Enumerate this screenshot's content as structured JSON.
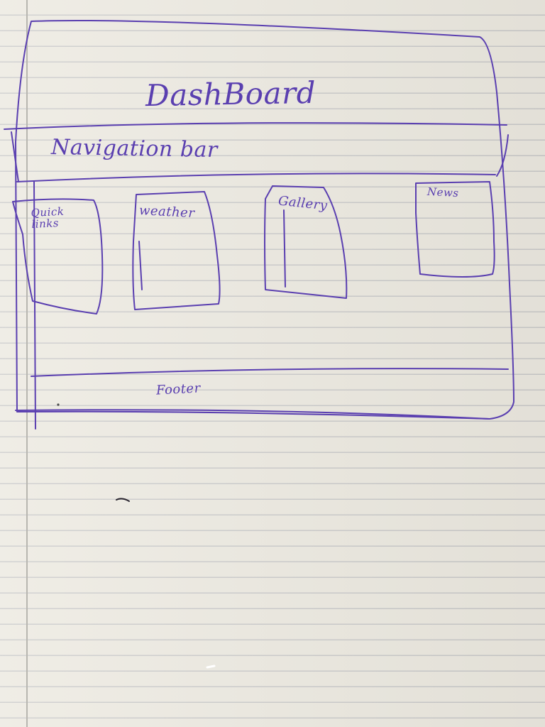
{
  "header": {
    "title": "DashBoard"
  },
  "nav": {
    "label": "Navigation bar"
  },
  "widgets": [
    {
      "label": "Quick links"
    },
    {
      "label": "weather"
    },
    {
      "label": "Gallery"
    },
    {
      "label": "News"
    }
  ],
  "footer": {
    "label": "Footer"
  },
  "colors": {
    "ink": "#5a3fb0",
    "paper": "#ece9e0",
    "rule": "#c9c9c9"
  }
}
